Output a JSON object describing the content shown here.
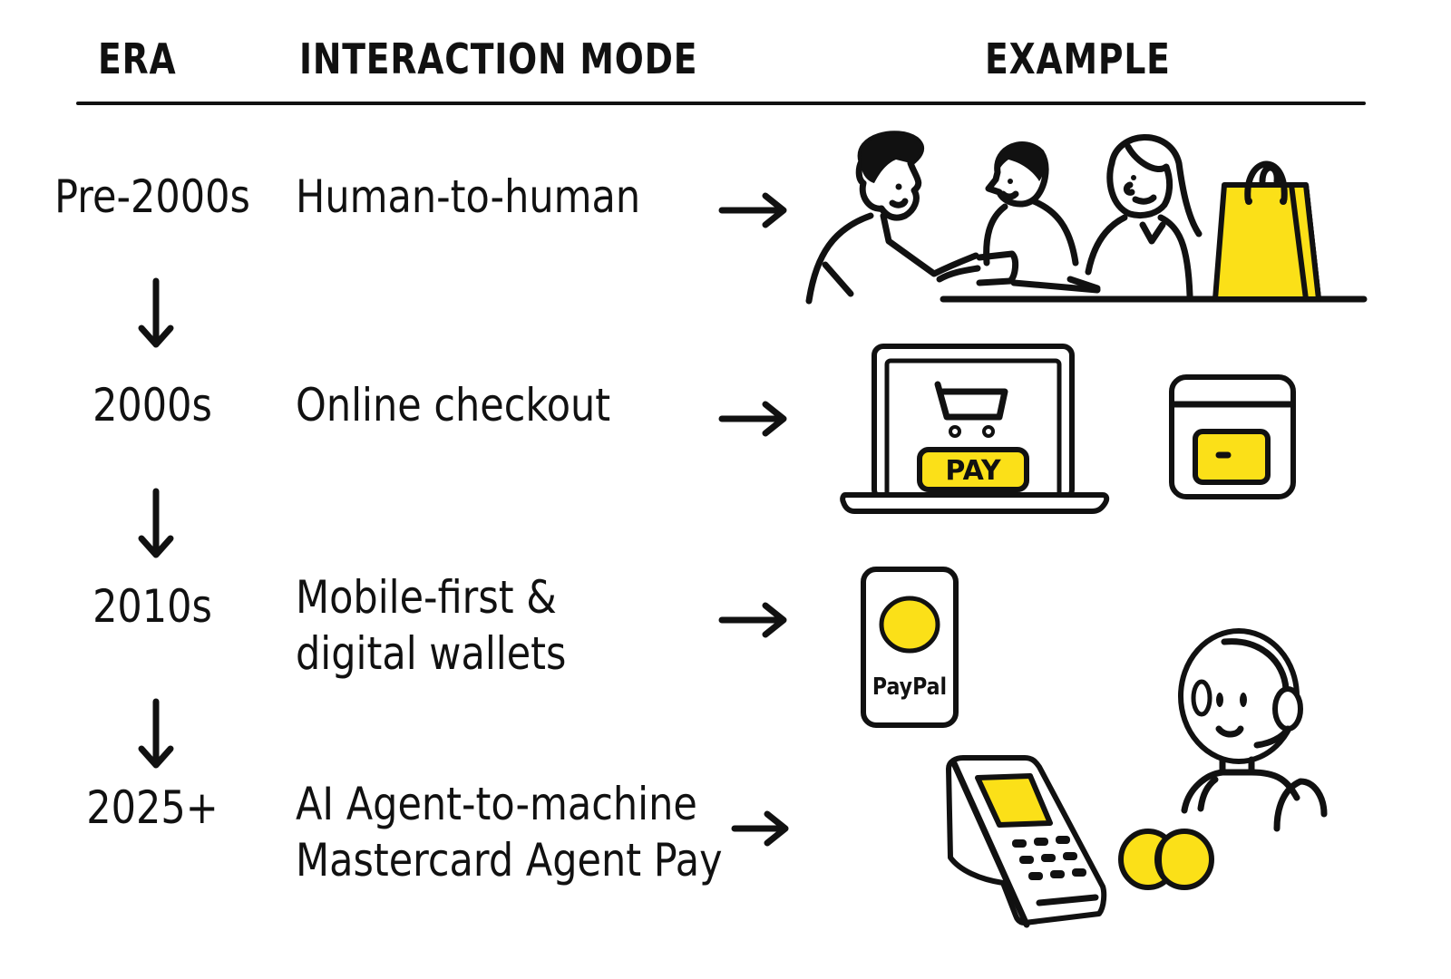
{
  "header": {
    "era": "ERA",
    "interaction_mode": "INTERACTION MODE",
    "example": "EXAMPLE"
  },
  "accent_color": "#FBE018",
  "rows": [
    {
      "era": "Pre-2000s",
      "mode_lines": [
        "Human-to-human"
      ],
      "example_icons": [
        "shopkeeper-icon",
        "customer-icon",
        "customer-woman-icon",
        "shopping-bag-icon"
      ]
    },
    {
      "era": "2000s",
      "mode_lines": [
        "Online checkout"
      ],
      "example_icons": [
        "laptop-icon",
        "shopping-cart-icon",
        "pay-button",
        "credit-card-window-icon"
      ],
      "pay_label": "PAY"
    },
    {
      "era": "2010s",
      "mode_lines": [
        "Mobile-first &",
        "digital wallets"
      ],
      "example_icons": [
        "phone-wallet-icon"
      ],
      "wallet_label": "PayPal"
    },
    {
      "era": "2025+",
      "mode_lines": [
        "AI Agent-to-machine",
        "Mastercard Agent Pay"
      ],
      "example_icons": [
        "payment-terminal-icon",
        "mastercard-logo-icon",
        "ai-agent-headset-icon"
      ]
    }
  ]
}
